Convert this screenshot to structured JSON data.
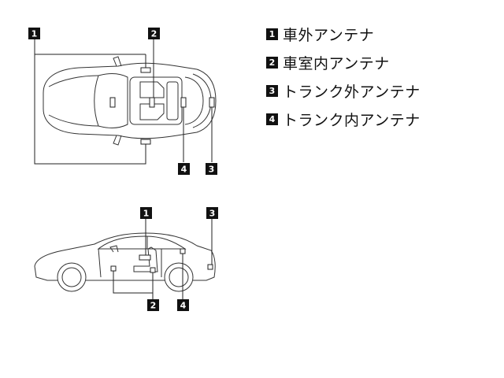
{
  "legend": [
    {
      "number": "1",
      "text": "車外アンテナ"
    },
    {
      "number": "2",
      "text": "車室内アンテナ"
    },
    {
      "number": "3",
      "text": "トランク外アンテナ"
    },
    {
      "number": "4",
      "text": "トランク内アンテナ"
    }
  ],
  "top_view": {
    "labels": {
      "l1": "1",
      "l2": "2",
      "l3": "3",
      "l4": "4"
    }
  },
  "side_view": {
    "labels": {
      "l1": "1",
      "l2": "2",
      "l3": "3",
      "l4": "4"
    }
  }
}
